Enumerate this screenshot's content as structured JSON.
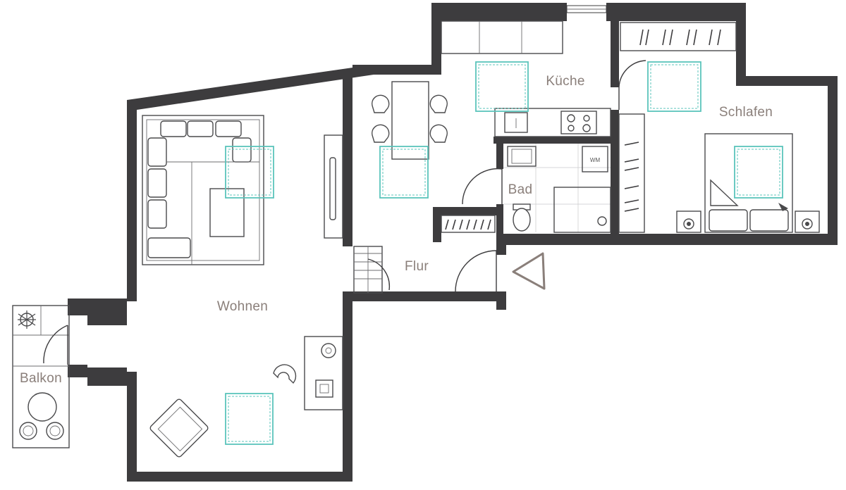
{
  "rooms": {
    "kueche": "Küche",
    "schlafen": "Schlafen",
    "bad": "Bad",
    "flur": "Flur",
    "wohnen": "Wohnen",
    "balkon": "Balkon"
  },
  "appliances": {
    "washing_machine": "WM"
  },
  "colors": {
    "wall": "#3d3c3e",
    "label": "#8a7f7a",
    "marker": "#5bc4bb"
  },
  "icons": {
    "entrance": "entrance-arrow-icon",
    "plant": "plant-icon"
  }
}
